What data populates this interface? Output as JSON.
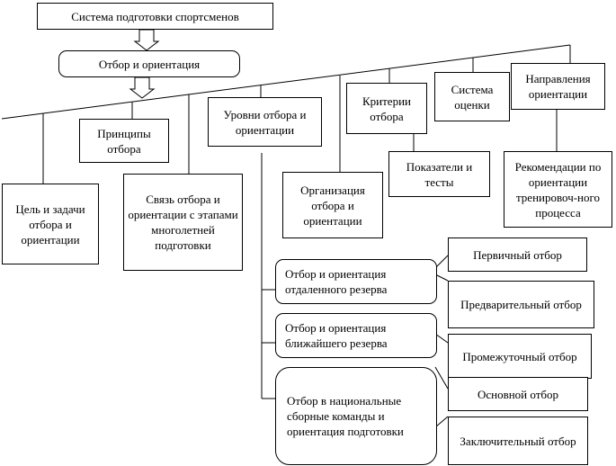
{
  "diagram": {
    "top_title": "Система подготовки спортсменов",
    "selection": "Отбор и ориентация",
    "branches": {
      "goal": "Цель и задачи отбора и ориентации",
      "principles": "Принципы отбора",
      "link_stages": "Связь отбора и ориентации с этапами многолетней подготовки",
      "levels": "Уровни отбора и ориентации",
      "organization": "Организация отбора и ориентации",
      "criteria": "Критерии отбора",
      "evaluation": "Система оценки",
      "directions": "Направления ориентации"
    },
    "indicators": "Показатели и тесты",
    "recommendations": "Рекомендации по ориентации тренировоч-ного процесса",
    "levels_list": [
      "Отбор и ориентация отдаленного резерва",
      "Отбор и ориентация ближайшего резерва",
      "Отбор в национальные сборные команды и ориентация подготовки"
    ],
    "stages": [
      "Первичный отбор",
      "Предварительный отбор",
      "Промежуточный отбор",
      "Основной отбор",
      "Заключительный отбор"
    ]
  }
}
